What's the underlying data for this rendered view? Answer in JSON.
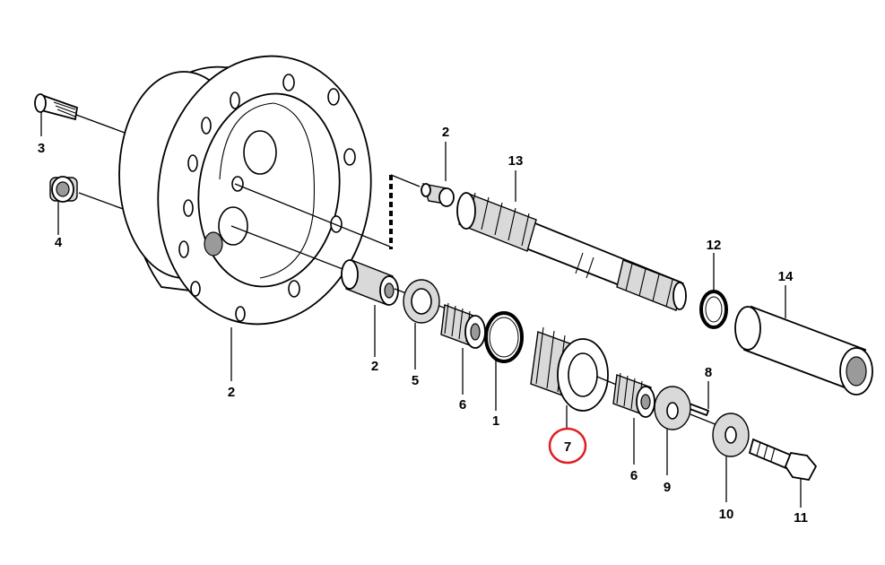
{
  "diagram": {
    "labels": [
      {
        "id": "label-3",
        "text": "3"
      },
      {
        "id": "label-4",
        "text": "4"
      },
      {
        "id": "label-2-housing",
        "text": "2"
      },
      {
        "id": "label-2-plug",
        "text": "2"
      },
      {
        "id": "label-2-sleeve",
        "text": "2"
      },
      {
        "id": "label-13",
        "text": "13"
      },
      {
        "id": "label-12",
        "text": "12"
      },
      {
        "id": "label-14",
        "text": "14"
      },
      {
        "id": "label-5",
        "text": "5"
      },
      {
        "id": "label-6-left",
        "text": "6"
      },
      {
        "id": "label-1",
        "text": "1"
      },
      {
        "id": "label-7",
        "text": "7"
      },
      {
        "id": "label-6-right",
        "text": "6"
      },
      {
        "id": "label-8",
        "text": "8"
      },
      {
        "id": "label-9",
        "text": "9"
      },
      {
        "id": "label-10",
        "text": "10"
      },
      {
        "id": "label-11",
        "text": "11"
      }
    ],
    "highlight_color": "#e01e24"
  }
}
